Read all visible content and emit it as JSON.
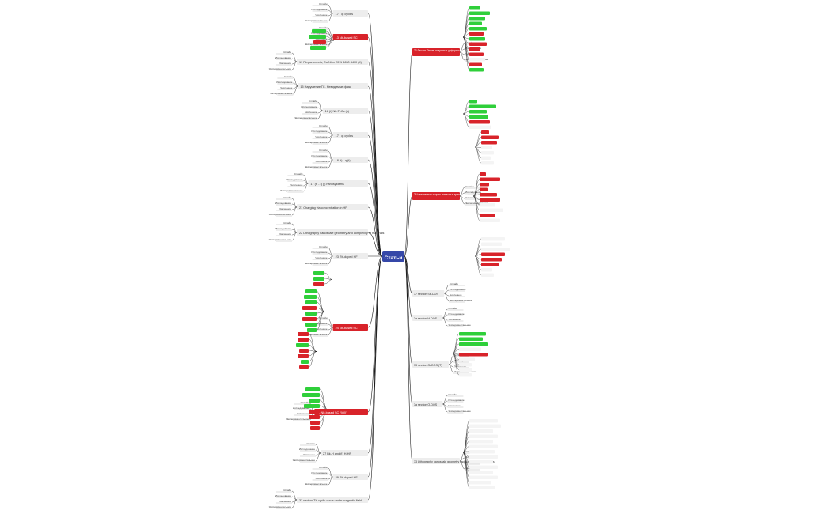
{
  "root": {
    "label": "Статьи"
  },
  "colors": {
    "red": "#d8232a",
    "green": "#2fcf3a",
    "gray": "#ededed",
    "root": "#3547a8",
    "line": "#1a1a1a"
  },
  "default_children": [
    "Сплайн",
    "Исследование",
    "Численное",
    "Экспериментальное"
  ],
  "left": [
    {
      "label": "17 - qt cycles"
    },
    {
      "label": "13 Nb-based SC",
      "color": "red"
    },
    {
      "label": "19 Pb-paramecia, Cu-Ni m 2011 6650 4400 (II)"
    },
    {
      "label": "15 Нарушение ГС. Невидимые фазы"
    },
    {
      "label": "16 (t) Nb-Ti-Cs (s)"
    },
    {
      "label": "17 - qt cycles"
    },
    {
      "label": "18 (t) - q (t)"
    },
    {
      "label": "17 (t) - q (t) nanosystems"
    },
    {
      "label": "21 Charging via concentration in HF"
    },
    {
      "label": "22 Lithography nanoscale geometry and complexity of materials"
    },
    {
      "label": "23 Rb-doped HF"
    },
    {
      "label": "24 Nb-based SC",
      "color": "red"
    },
    {
      "label": "26 Nb-based SC (t) (II)",
      "color": "red"
    },
    {
      "label": "27 Bk-H and (t) H-HF"
    },
    {
      "label": "29 Rb-doped HF"
    },
    {
      "label": "32 section Tb-cyclic curve under magnetic field"
    }
  ],
  "right": [
    {
      "label": "23 Лекция-Пиков: ловушки и деформации",
      "color": "red"
    },
    {
      "label": "26 Нелинейная теория ловушек в кристаллах",
      "color": "red"
    },
    {
      "label": "37 section Sb-DOS"
    },
    {
      "label": "3a section H-DOS"
    },
    {
      "label": "33 section GeDOS (T)"
    },
    {
      "label": "3a section O-DOS"
    },
    {
      "label": "33 Lithography nanoscale geometry and complexity of materials"
    }
  ]
}
